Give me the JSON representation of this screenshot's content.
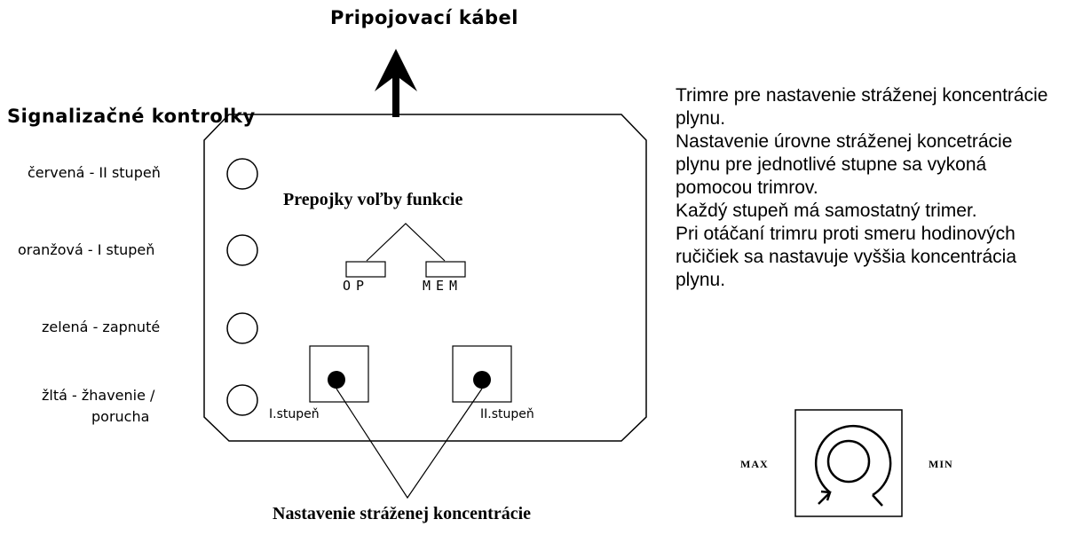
{
  "cable_label": "Pripojovací kábel",
  "signal_title": "Signalizačné kontrolky",
  "leds": [
    {
      "label": "červená - II stupeň"
    },
    {
      "label": "oranžová - I stupeň"
    },
    {
      "label": "zelená - zapnuté"
    },
    {
      "label_line1": "žltá - žhavenie /",
      "label_line2": "porucha"
    }
  ],
  "jumpers": {
    "title": "Prepojky voľby funkcie",
    "left": "OP",
    "right": "MEM"
  },
  "trimmers": {
    "left": "I.stupeň",
    "right": "II.stupeň"
  },
  "bottom_label": "Nastavenie stráženej koncentrácie",
  "description": [
    "Trimre pre nastavenie stráženej koncentrácie plynu.",
    "Nastavenie úrovne stráženej koncetrácie plynu pre jednotlivé stupne sa vykoná pomocou trimrov.",
    "Každý stupeň má samostatný trimer.",
    "Pri otáčaní trimru proti smeru hodinových ručičiek sa nastavuje vyššia koncentrácia plynu."
  ],
  "dial": {
    "max": "MAX",
    "min": "MIN"
  }
}
